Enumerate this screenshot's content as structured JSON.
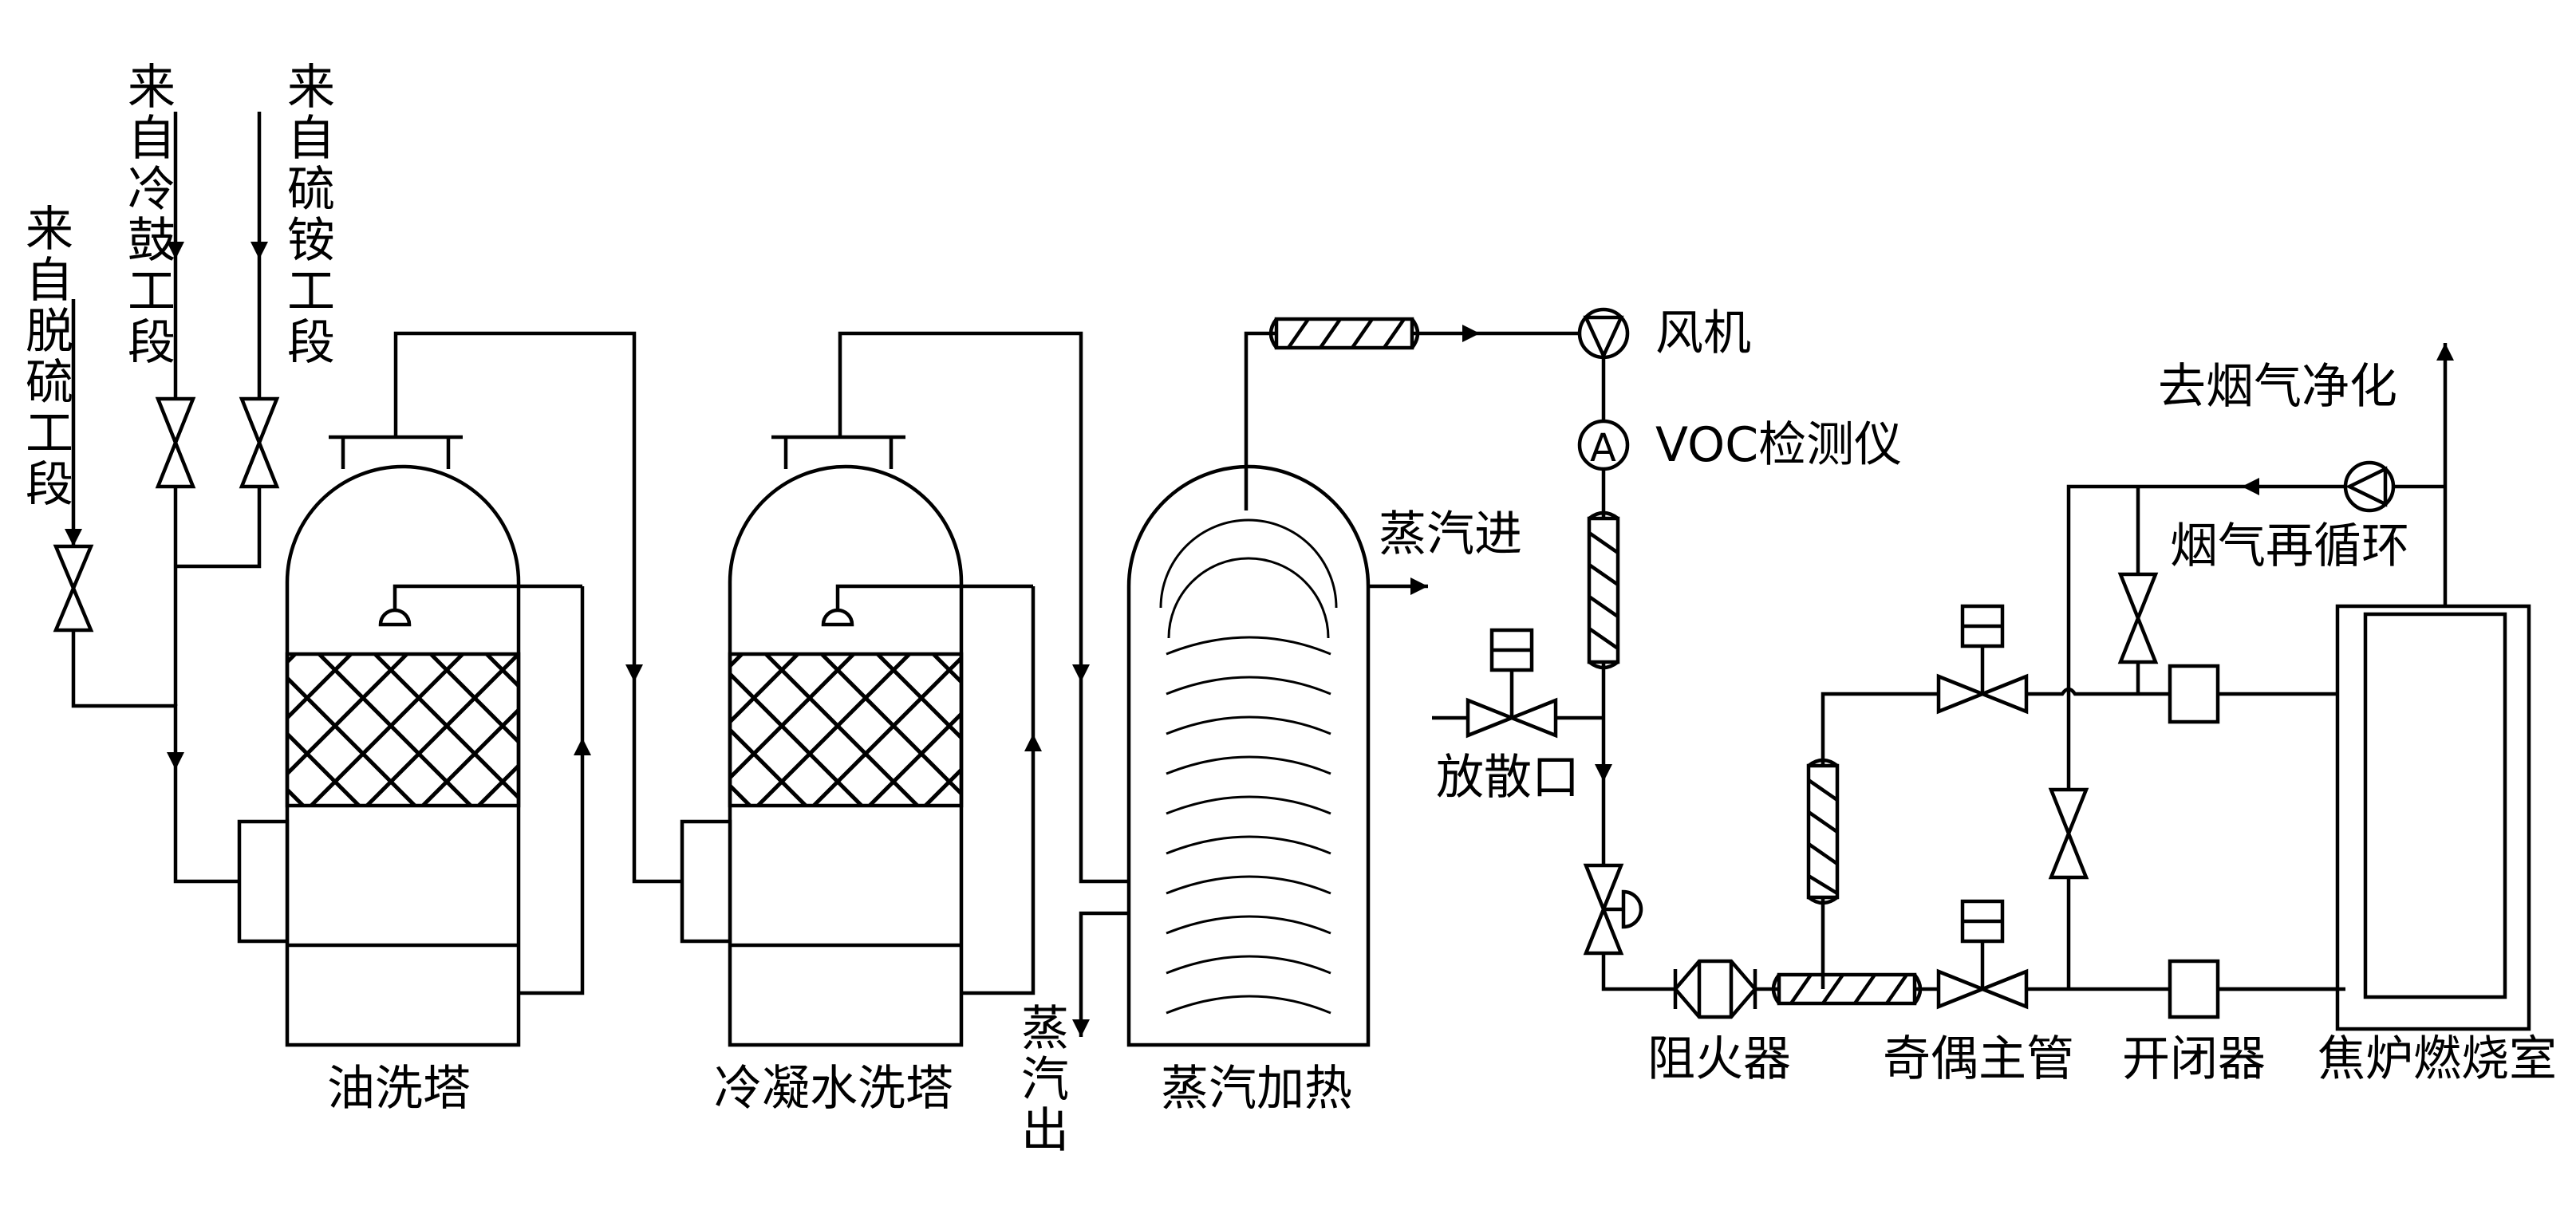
{
  "labels": {
    "from_desulfur": "来自脱硫工段",
    "from_cooling_drum": "来自冷鼓工段",
    "from_ammonium_sulfate": "来自硫铵工段",
    "oil_wash_tower": "油洗塔",
    "condensate_wash_tower": "冷凝水洗塔",
    "steam_out": "蒸汽出",
    "steam_heating": "蒸汽加热",
    "steam_in": "蒸汽进",
    "fan": "风机",
    "voc_detector": "VOC检测仪",
    "analyzer_symbol": "A",
    "vent": "放散口",
    "flame_arrester": "阻火器",
    "odd_even_main_pipe": "奇偶主管",
    "opener_closer": "开闭器",
    "coke_oven_combustion_chamber": "焦炉燃烧室",
    "to_flue_gas_purification": "去烟气净化",
    "flue_gas_recirculation": "烟气再循环"
  }
}
